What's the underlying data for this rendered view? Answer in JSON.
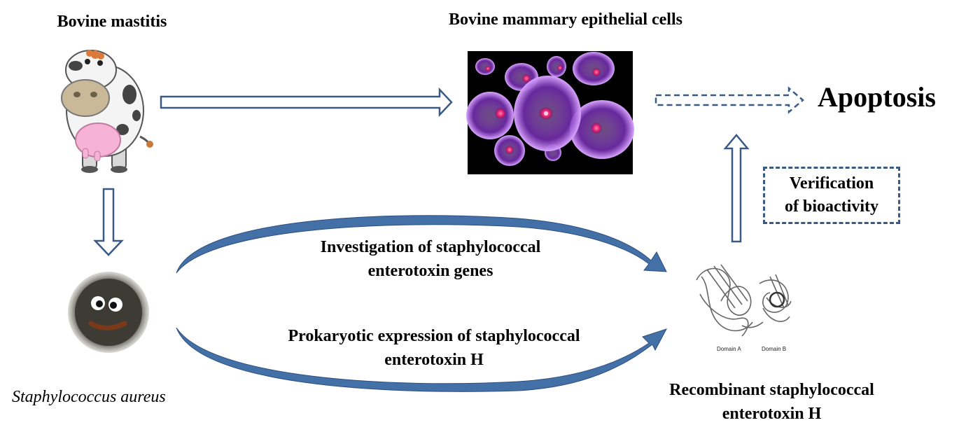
{
  "labels": {
    "bovine_mastitis": "Bovine mastitis",
    "bmec": "Bovine mammary epithelial cells",
    "apoptosis": "Apoptosis",
    "s_aureus": "Staphylococcus aureus",
    "investigation_line1": "Investigation of staphylococcal",
    "investigation_line2": "enterotoxin genes",
    "prokaryotic_line1": "Prokaryotic expression of staphylococcal",
    "prokaryotic_line2": "enterotoxin H",
    "recombinant_line1": "Recombinant staphylococcal",
    "recombinant_line2": "enterotoxin H",
    "verification_line1": "Verification",
    "verification_line2": "of bioactivity",
    "domain_a": "Domain A",
    "domain_b": "Domain B"
  },
  "colors": {
    "arrow_outline": "#3a5a86",
    "curved_arrow_fill": "#4470a8",
    "cell_background": "#000000",
    "cell_membrane": "#9a4fd0",
    "cell_nucleus": "#e0186a"
  },
  "icons": [
    "cartoon-cow-icon",
    "fuzzy-bacterium-icon",
    "epithelial-cells-micrograph",
    "protein-structure-ribbon"
  ]
}
